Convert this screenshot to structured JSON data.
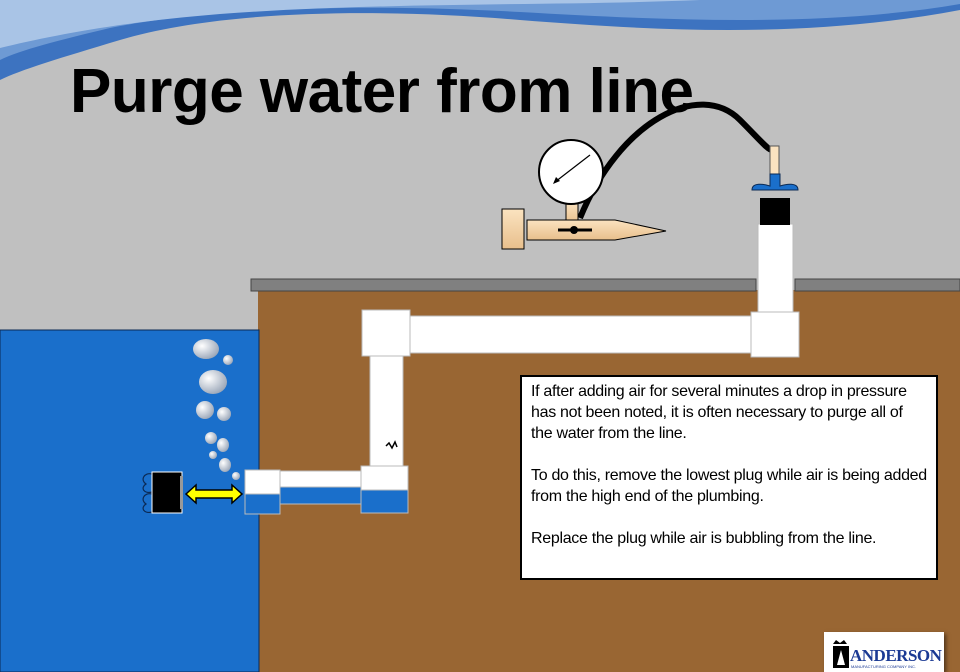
{
  "slide": {
    "title": "Purge water from line",
    "note": {
      "paragraphs": [
        "If after adding air for several minutes a drop in pressure has not been noted, it is often necessary to purge all of the water from the line.",
        "To do this, remove the lowest plug while air is being added from the high end of the plumbing.",
        "Replace the plug while air is bubbling from the line."
      ]
    },
    "logo": {
      "name": "ANDERSON",
      "subtitle": "MANUFACTURING COMPANY INC."
    }
  },
  "colors": {
    "background": "#c0c0c0",
    "ground": "#996633",
    "water": "#1a6fcb",
    "pipe": "#ffffff",
    "arrow": "#ffff00",
    "brand": "#1b3a94"
  }
}
